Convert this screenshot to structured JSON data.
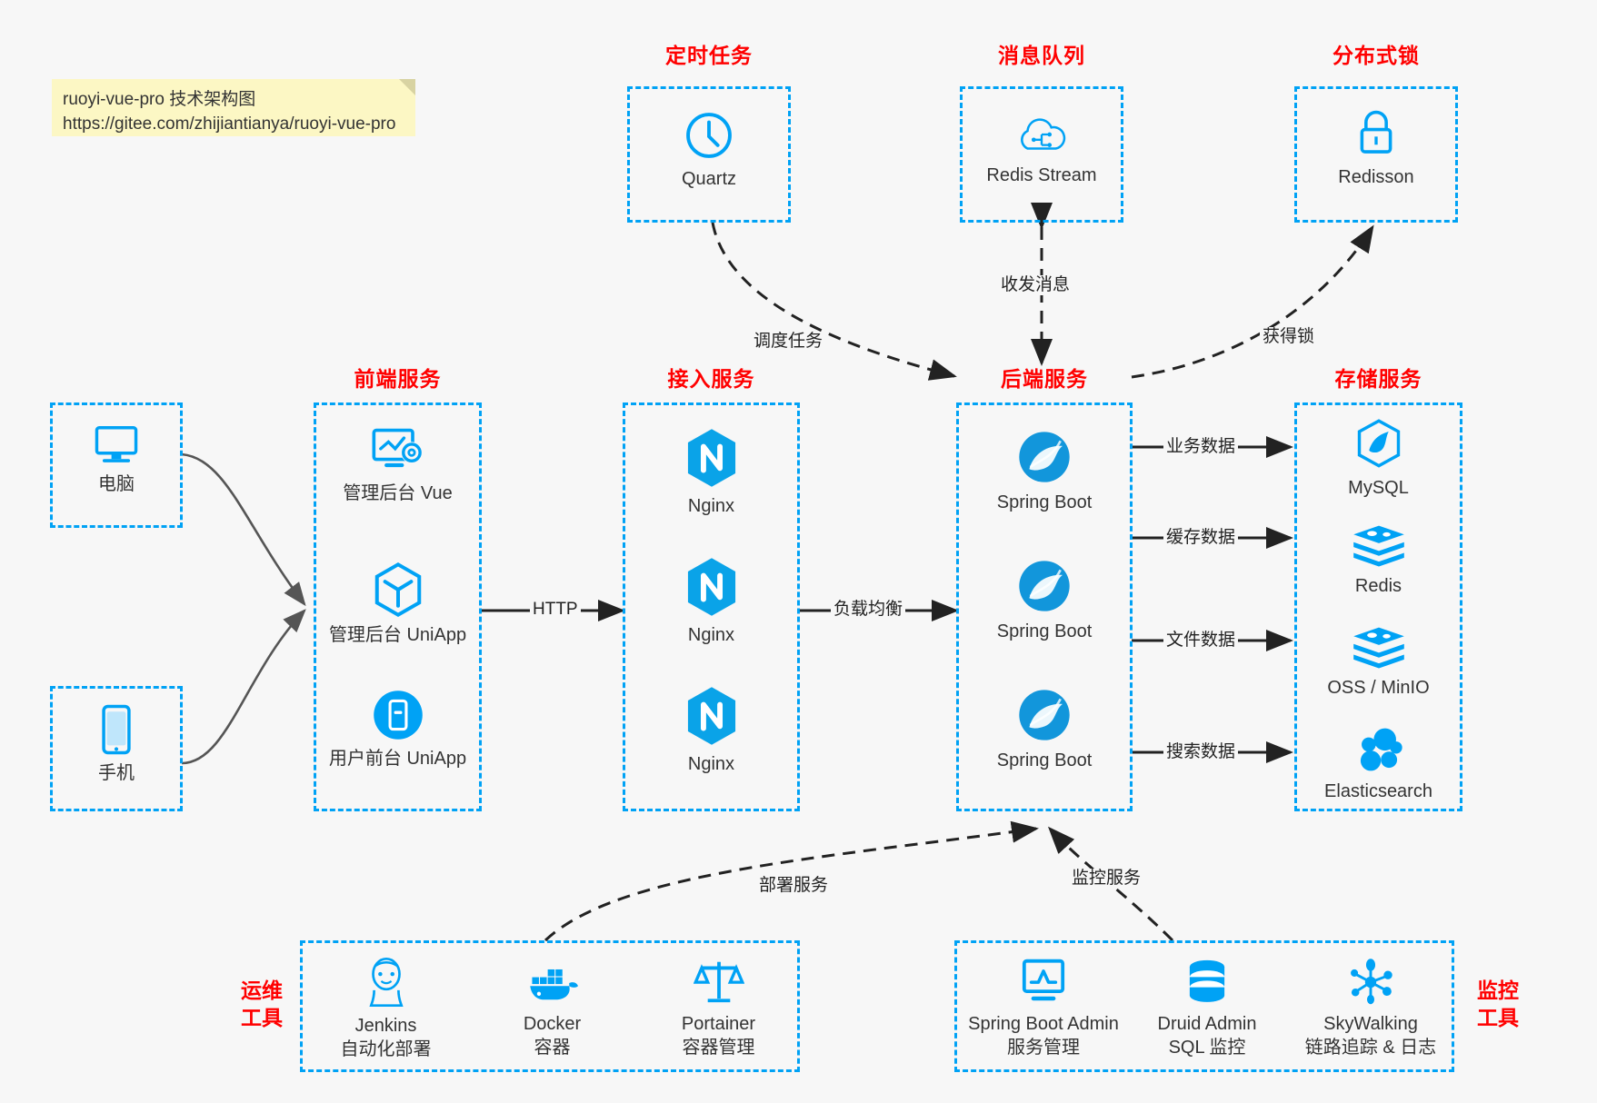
{
  "note": {
    "line1": "ruoyi-vue-pro 技术架构图",
    "line2": "https://gitee.com/zhijiantianya/ruoyi-vue-pro"
  },
  "colors": {
    "accent": "#00a2f5",
    "icon": "#1296db",
    "title": "#ff0000",
    "background": "#f7f7f7",
    "note_background": "#fcf7c4",
    "arrow": "#222222",
    "soft_arrow": "#555555"
  },
  "groups": {
    "scheduler": {
      "title": "定时任务",
      "nodes": [
        {
          "label": "Quartz",
          "icon": "clock-icon"
        }
      ]
    },
    "mq": {
      "title": "消息队列",
      "nodes": [
        {
          "label": "Redis Stream",
          "icon": "cloud-stream-icon"
        }
      ]
    },
    "lock": {
      "title": "分布式锁",
      "nodes": [
        {
          "label": "Redisson",
          "icon": "lock-icon"
        }
      ]
    },
    "clients": {
      "nodes": [
        {
          "label": "电脑",
          "icon": "desktop-icon"
        },
        {
          "label": "手机",
          "icon": "phone-icon"
        }
      ]
    },
    "frontend": {
      "title": "前端服务",
      "nodes": [
        {
          "label": "管理后台 Vue",
          "icon": "dashboard-icon"
        },
        {
          "label": "管理后台 UniApp",
          "icon": "cube-icon"
        },
        {
          "label": "用户前台 UniApp",
          "icon": "mobile-app-icon"
        }
      ]
    },
    "gateway": {
      "title": "接入服务",
      "nodes": [
        {
          "label": "Nginx",
          "icon": "nginx-icon"
        },
        {
          "label": "Nginx",
          "icon": "nginx-icon"
        },
        {
          "label": "Nginx",
          "icon": "nginx-icon"
        }
      ]
    },
    "backend": {
      "title": "后端服务",
      "nodes": [
        {
          "label": "Spring Boot",
          "icon": "spring-icon"
        },
        {
          "label": "Spring Boot",
          "icon": "spring-icon"
        },
        {
          "label": "Spring Boot",
          "icon": "spring-icon"
        }
      ]
    },
    "storage": {
      "title": "存储服务",
      "nodes": [
        {
          "label": "MySQL",
          "icon": "mysql-icon"
        },
        {
          "label": "Redis",
          "icon": "redis-icon"
        },
        {
          "label": "OSS / MinIO",
          "icon": "oss-icon"
        },
        {
          "label": "Elasticsearch",
          "icon": "elasticsearch-icon"
        }
      ]
    },
    "devops": {
      "title": "运维\n工具",
      "title_line1": "运维",
      "title_line2": "工具",
      "nodes": [
        {
          "label": "Jenkins",
          "sub": "自动化部署",
          "icon": "jenkins-icon"
        },
        {
          "label": "Docker",
          "sub": "容器",
          "icon": "docker-icon"
        },
        {
          "label": "Portainer",
          "sub": "容器管理",
          "icon": "scales-icon"
        }
      ]
    },
    "monitor": {
      "title_line1": "监控",
      "title_line2": "工具",
      "nodes": [
        {
          "label": "Spring Boot Admin",
          "sub": "服务管理",
          "icon": "monitor-chart-icon"
        },
        {
          "label": "Druid Admin",
          "sub": "SQL 监控",
          "icon": "database-icon"
        },
        {
          "label": "SkyWalking",
          "sub": "链路追踪 & 日志",
          "icon": "skywalking-icon"
        }
      ]
    }
  },
  "edges": [
    {
      "id": "http",
      "label": "HTTP",
      "from": "frontend",
      "to": "gateway",
      "style": "solid"
    },
    {
      "id": "lb",
      "label": "负载均衡",
      "from": "gateway",
      "to": "backend",
      "style": "solid"
    },
    {
      "id": "schedule",
      "label": "调度任务",
      "from": "scheduler",
      "to": "backend",
      "style": "dashed"
    },
    {
      "id": "messages",
      "label": "收发消息",
      "from": "mq",
      "to": "backend",
      "style": "dashed-bidirectional"
    },
    {
      "id": "acquire-lock",
      "label": "获得锁",
      "from": "backend",
      "to": "lock",
      "style": "dashed"
    },
    {
      "id": "biz-data",
      "label": "业务数据",
      "from": "backend",
      "to": "storage",
      "style": "solid"
    },
    {
      "id": "cache-data",
      "label": "缓存数据",
      "from": "backend",
      "to": "storage",
      "style": "solid"
    },
    {
      "id": "file-data",
      "label": "文件数据",
      "from": "backend",
      "to": "storage",
      "style": "solid"
    },
    {
      "id": "search-data",
      "label": "搜索数据",
      "from": "backend",
      "to": "storage",
      "style": "solid"
    },
    {
      "id": "deploy",
      "label": "部署服务",
      "from": "devops",
      "to": "backend",
      "style": "dashed"
    },
    {
      "id": "monitoring",
      "label": "监控服务",
      "from": "monitor",
      "to": "backend",
      "style": "dashed"
    }
  ]
}
